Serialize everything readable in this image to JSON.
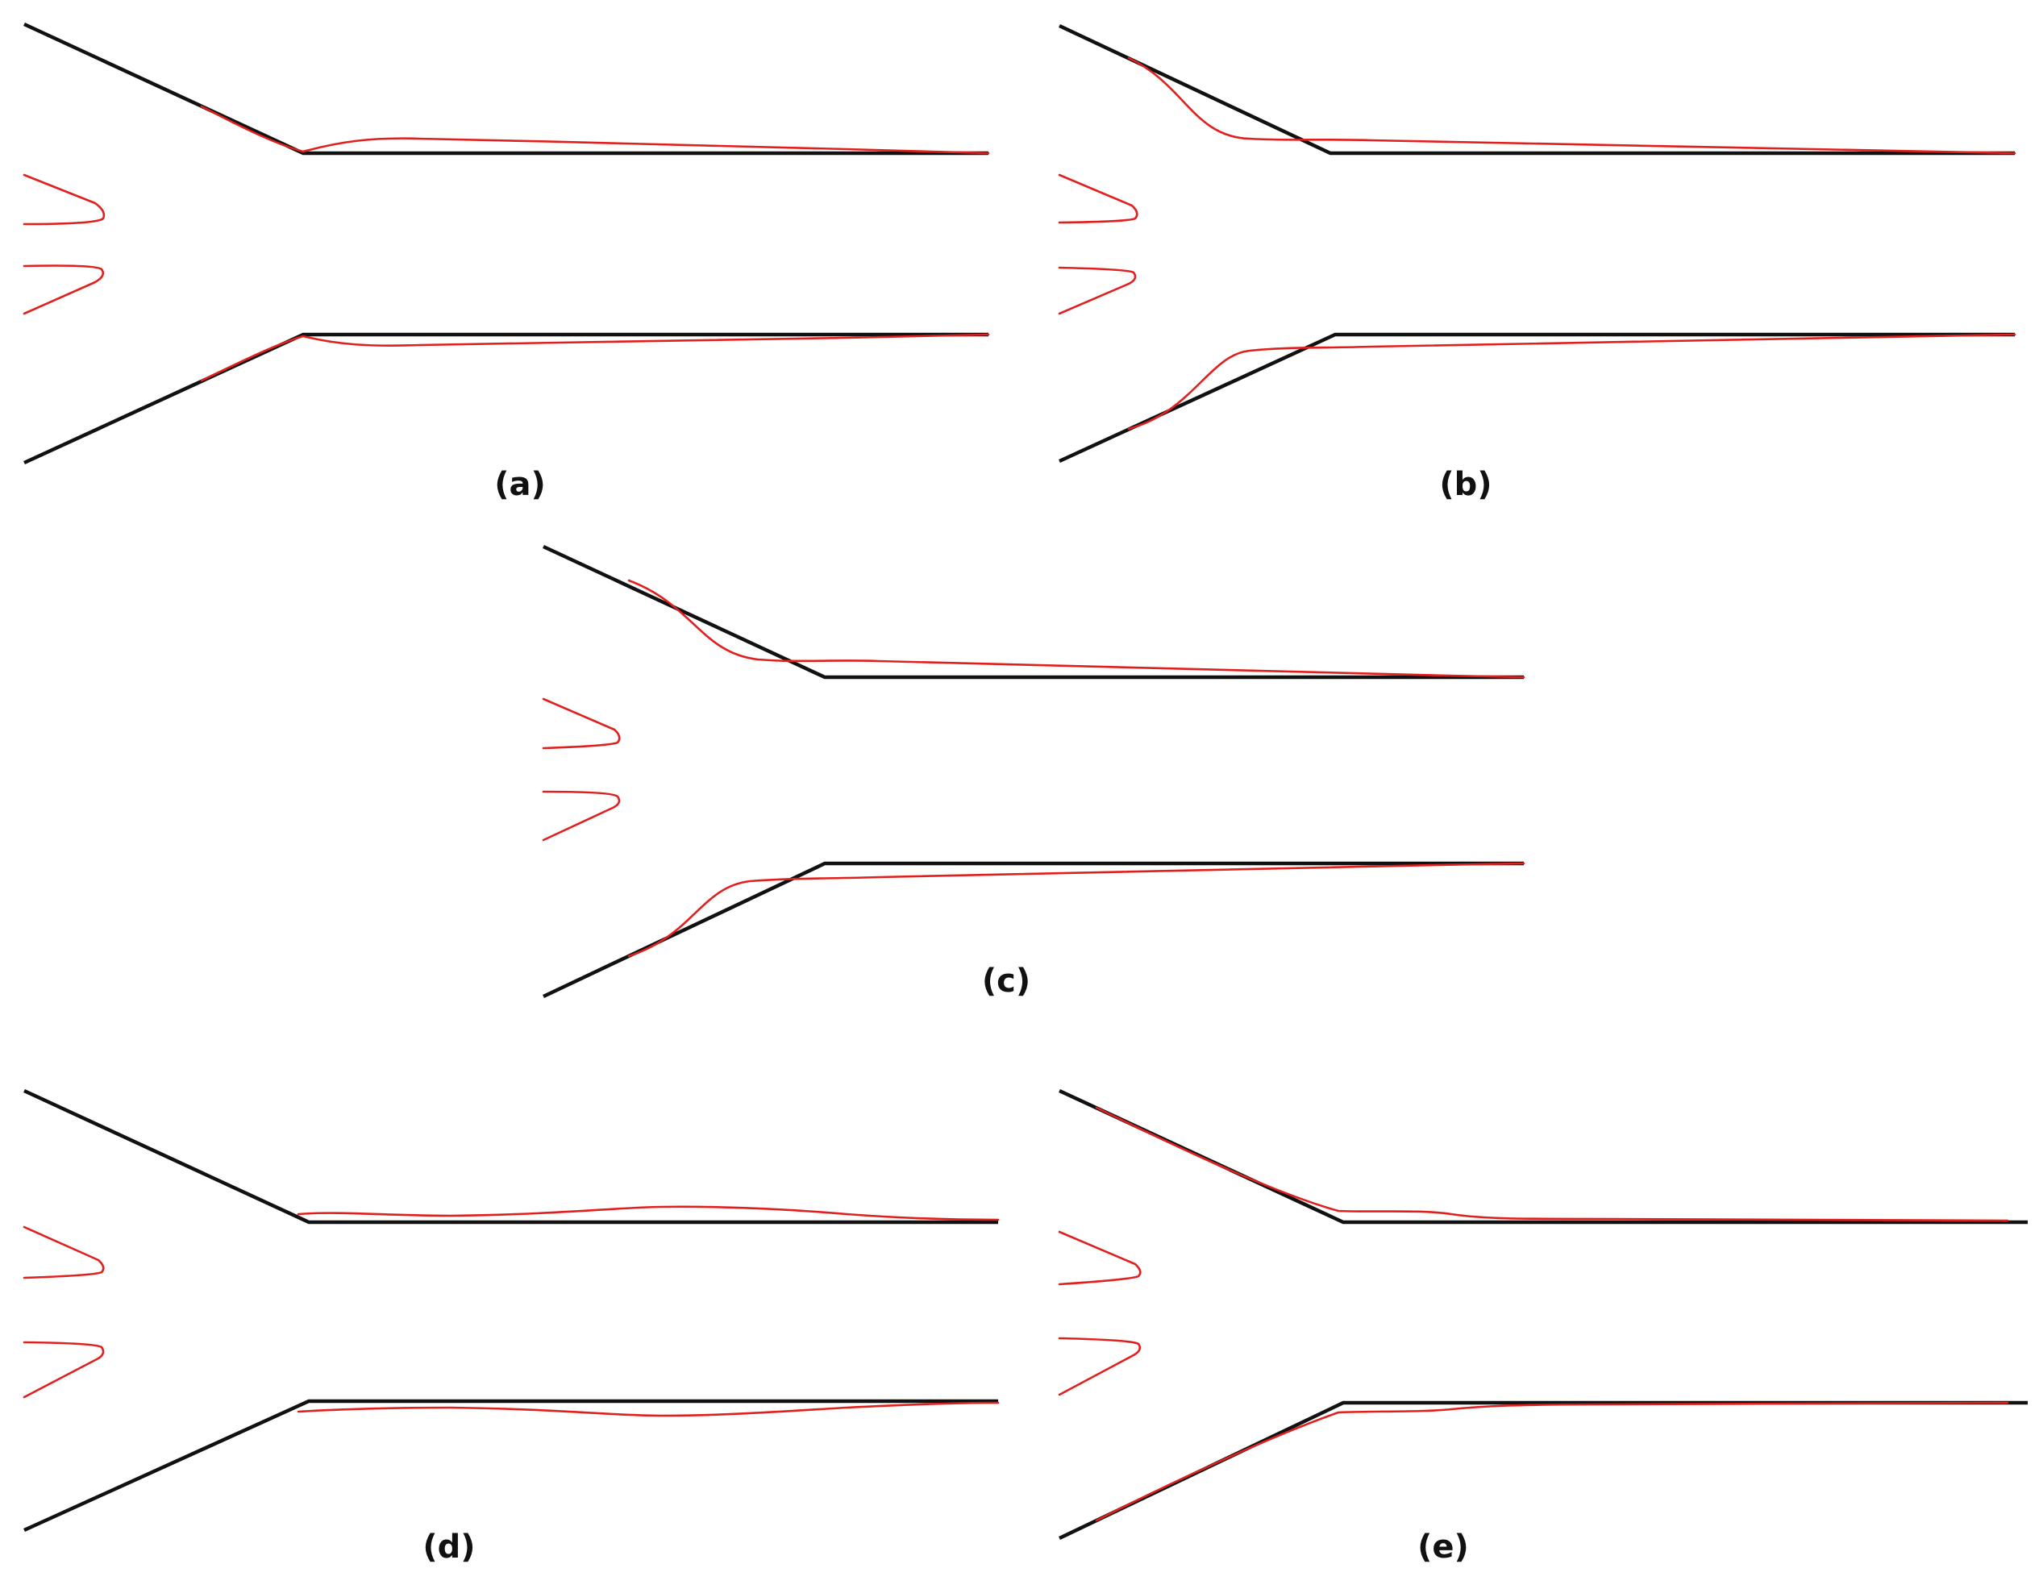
{
  "panels": [
    {
      "id": "a",
      "label": "(a)"
    },
    {
      "id": "b",
      "label": "(b)"
    },
    {
      "id": "c",
      "label": "(c)"
    },
    {
      "id": "d",
      "label": "(d)"
    },
    {
      "id": "e",
      "label": "(e)"
    }
  ],
  "colors": {
    "wall": "#111111",
    "profile": "#e0201e",
    "background": "#ffffff"
  }
}
